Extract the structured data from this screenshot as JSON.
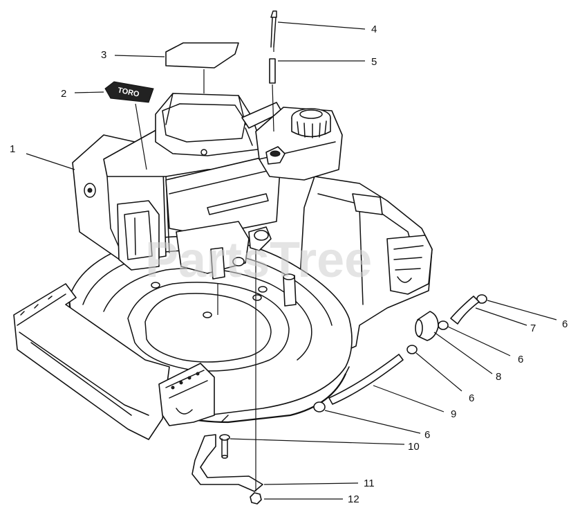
{
  "watermark": "PartsTree",
  "badge_text": "TORO",
  "callouts": [
    {
      "id": "c1",
      "label": "1"
    },
    {
      "id": "c2",
      "label": "2"
    },
    {
      "id": "c3",
      "label": "3"
    },
    {
      "id": "c4",
      "label": "4"
    },
    {
      "id": "c5",
      "label": "5"
    },
    {
      "id": "c6a",
      "label": "6"
    },
    {
      "id": "c7",
      "label": "7"
    },
    {
      "id": "c6b",
      "label": "6"
    },
    {
      "id": "c8",
      "label": "8"
    },
    {
      "id": "c6c",
      "label": "6"
    },
    {
      "id": "c9",
      "label": "9"
    },
    {
      "id": "c6d",
      "label": "6"
    },
    {
      "id": "c10",
      "label": "10"
    },
    {
      "id": "c11",
      "label": "11"
    },
    {
      "id": "c12",
      "label": "12"
    }
  ]
}
